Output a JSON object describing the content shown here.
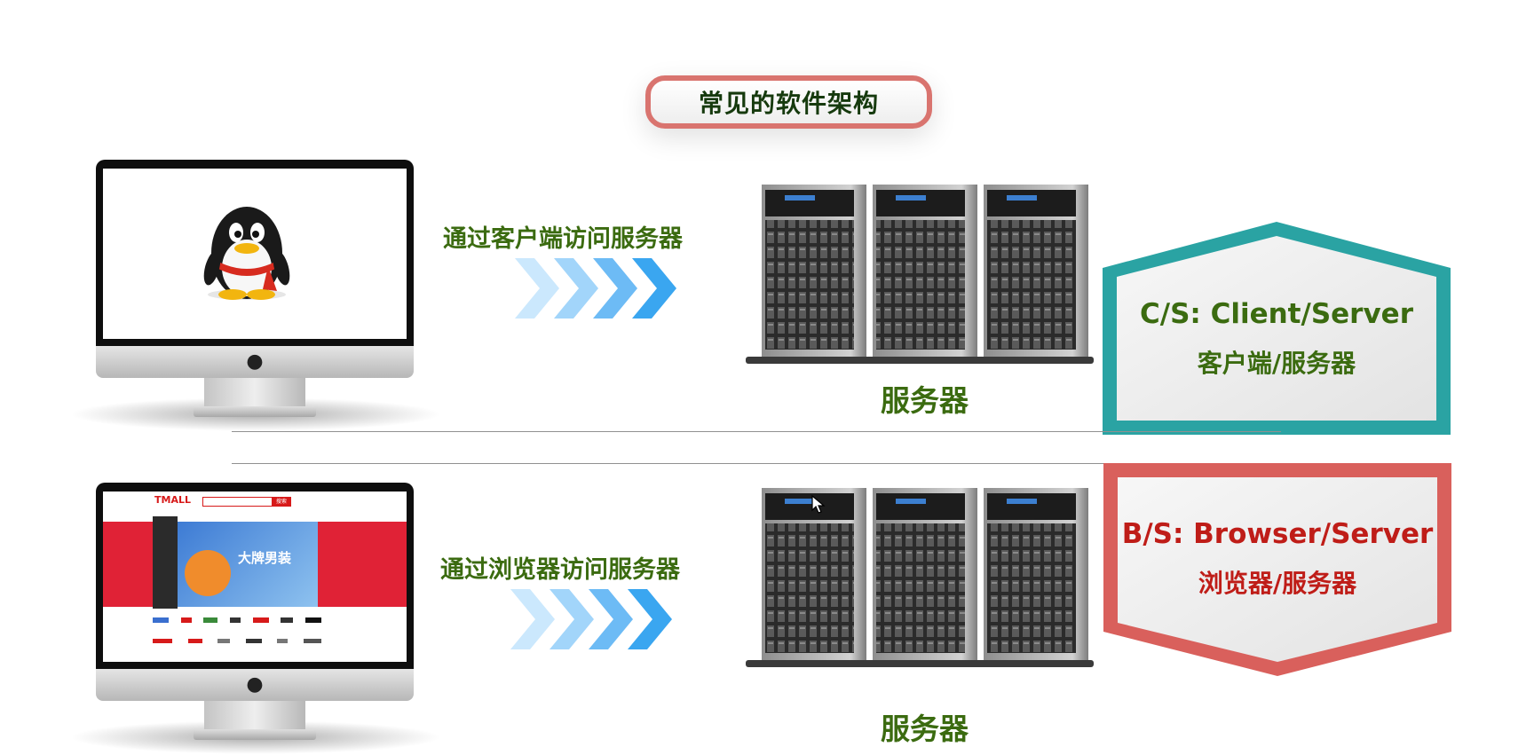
{
  "title": "常见的软件架构",
  "client_server": {
    "access_label": "通过客户端访问服务器",
    "server_label": "服务器",
    "badge_line1": "C/S: Client/Server",
    "badge_line2": "客户端/服务器",
    "badge_color": "#2aa3a3",
    "client_icon": "qq-penguin-icon"
  },
  "browser_server": {
    "access_label": "通过浏览器访问服务器",
    "server_label": "服务器",
    "badge_line1": "B/S: Browser/Server",
    "badge_line2": "浏览器/服务器",
    "badge_color": "#d9605c",
    "browser_page": {
      "logo": "TMALL",
      "banner_text": "大牌男装",
      "search_button": "搜索"
    }
  },
  "colors": {
    "label_green": "#3b6b10",
    "title_border": "#d9746f",
    "chevron_blue": "#3aa6f0",
    "bs_red": "#bf1d18"
  }
}
